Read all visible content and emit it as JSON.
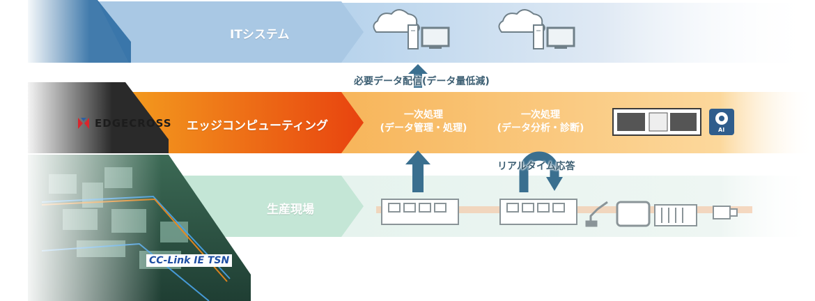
{
  "layers": {
    "it": {
      "label": "ITシステム",
      "color": "#a9c8e4"
    },
    "edge": {
      "label": "エッジコンピューティング",
      "color": "#f08a1c"
    },
    "field": {
      "label": "生産現場",
      "color": "#c4e6d6"
    }
  },
  "annotations": {
    "data_delivery": "必要データ配信(データ量低減)",
    "realtime": "リアルタイム応答"
  },
  "processes": [
    {
      "line1": "一次処理",
      "line2": "(データ管理・処理)"
    },
    {
      "line1": "一次処理",
      "line2": "(データ分析・診断)"
    }
  ],
  "logos": {
    "edgecross": "EDGECROSS",
    "cclink": "CC-Link IE TSN",
    "ai_badge": "AI"
  },
  "icons": [
    "cloud-icon",
    "server-icon",
    "monitor-icon",
    "controller-icon",
    "robot-arm-icon",
    "tablet-icon",
    "network-connector-icon",
    "ai-icon"
  ]
}
